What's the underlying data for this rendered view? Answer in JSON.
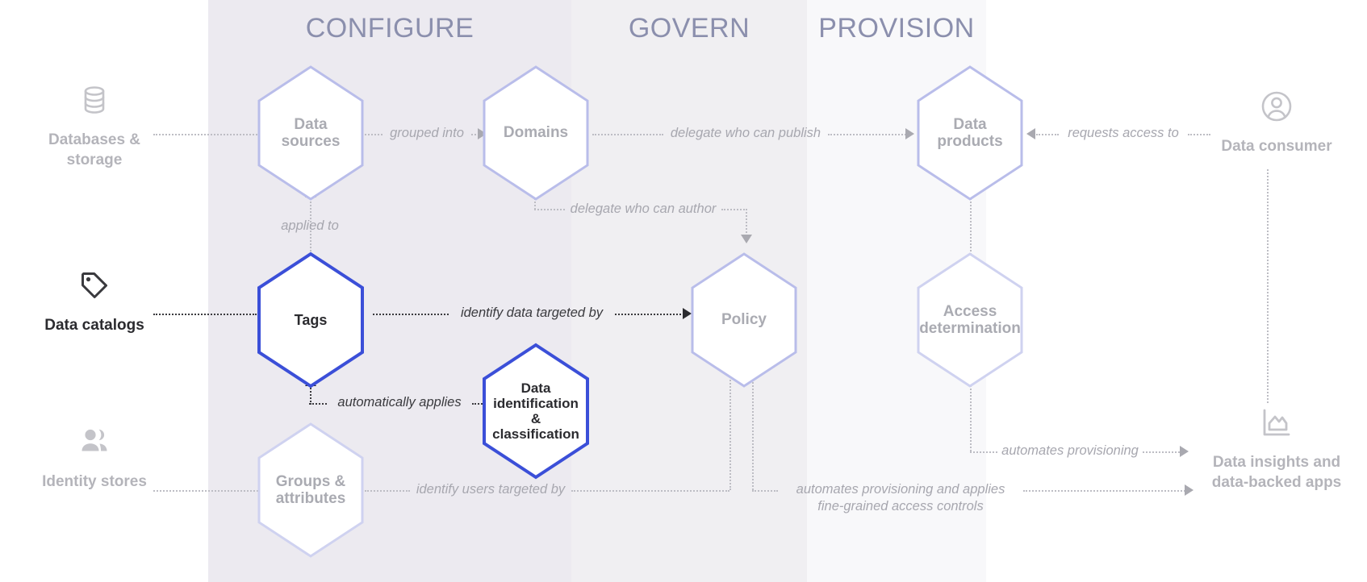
{
  "bands": [
    {
      "id": "configure",
      "title": "CONFIGURE"
    },
    {
      "id": "govern",
      "title": "GOVERN"
    },
    {
      "id": "provision",
      "title": "PROVISION"
    }
  ],
  "side_entities": {
    "left": [
      {
        "id": "databases-storage",
        "icon": "database-icon",
        "label": "Databases &\nstorage",
        "line1": "Databases &",
        "line2": "storage",
        "emphasis": "muted"
      },
      {
        "id": "data-catalogs",
        "icon": "tag-icon",
        "label": "Data catalogs",
        "line1": "Data catalogs",
        "line2": "",
        "emphasis": "dark"
      },
      {
        "id": "identity-stores",
        "icon": "people-icon",
        "label": "Identity stores",
        "line1": "Identity stores",
        "line2": "",
        "emphasis": "muted"
      }
    ],
    "right": [
      {
        "id": "data-consumer",
        "icon": "account-circle-icon",
        "label": "Data consumer",
        "line1": "Data consumer",
        "line2": "",
        "emphasis": "muted"
      },
      {
        "id": "data-insights",
        "icon": "area-chart-icon",
        "label": "Data insights and data-backed apps",
        "line1": "Data insights and",
        "line2": "data-backed apps",
        "emphasis": "muted"
      }
    ]
  },
  "nodes": [
    {
      "id": "data-sources",
      "label": "Data sources",
      "line1": "Data",
      "line2": "sources",
      "line3": "",
      "style": "light",
      "band": "configure"
    },
    {
      "id": "domains",
      "label": "Domains",
      "line1": "Domains",
      "line2": "",
      "line3": "",
      "style": "light",
      "band": "configure"
    },
    {
      "id": "data-products",
      "label": "Data products",
      "line1": "Data",
      "line2": "products",
      "line3": "",
      "style": "light",
      "band": "provision"
    },
    {
      "id": "tags",
      "label": "Tags",
      "line1": "Tags",
      "line2": "",
      "line3": "",
      "style": "strong",
      "band": "configure"
    },
    {
      "id": "policy",
      "label": "Policy",
      "line1": "Policy",
      "line2": "",
      "line3": "",
      "style": "light",
      "band": "govern"
    },
    {
      "id": "access-determination",
      "label": "Access determination",
      "line1": "Access",
      "line2": "determination",
      "line3": "",
      "style": "light",
      "band": "provision"
    },
    {
      "id": "data-identification-classification",
      "label": "Data identification & classification",
      "line1": "Data",
      "line2": "identification &",
      "line3": "classification",
      "style": "strong",
      "band": "configure"
    },
    {
      "id": "groups-attributes",
      "label": "Groups & attributes",
      "line1": "Groups &",
      "line2": "attributes",
      "line3": "",
      "style": "light",
      "band": "configure"
    }
  ],
  "edges": [
    {
      "id": "databases-to-data-sources",
      "label": "",
      "from": "databases-storage",
      "to": "data-sources",
      "emphasis": "muted"
    },
    {
      "id": "data-sources-to-domains",
      "label": "grouped into",
      "from": "data-sources",
      "to": "domains",
      "emphasis": "muted"
    },
    {
      "id": "domains-to-data-products",
      "label": "delegate who can publish",
      "from": "domains",
      "to": "data-products",
      "emphasis": "muted"
    },
    {
      "id": "data-consumer-to-data-products",
      "label": "requests access to",
      "from": "data-consumer",
      "to": "data-products",
      "emphasis": "muted"
    },
    {
      "id": "tags-to-data-sources",
      "label": "applied to",
      "from": "tags",
      "to": "data-sources",
      "emphasis": "muted"
    },
    {
      "id": "domains-to-policy",
      "label": "delegate who can author",
      "from": "domains",
      "to": "policy",
      "emphasis": "muted"
    },
    {
      "id": "catalogs-to-tags",
      "label": "",
      "from": "data-catalogs",
      "to": "tags",
      "emphasis": "dark"
    },
    {
      "id": "tags-to-policy",
      "label": "identify data targeted by",
      "from": "tags",
      "to": "policy",
      "emphasis": "dark"
    },
    {
      "id": "classification-to-tags",
      "label": "automatically applies",
      "from": "data-identification-classification",
      "to": "tags",
      "emphasis": "dark"
    },
    {
      "id": "groups-to-policy",
      "label": "identify users targeted by",
      "from": "groups-attributes",
      "to": "policy",
      "emphasis": "muted"
    },
    {
      "id": "identity-to-groups",
      "label": "",
      "from": "identity-stores",
      "to": "groups-attributes",
      "emphasis": "muted"
    },
    {
      "id": "access-to-data-insights",
      "label": "automates provisioning",
      "from": "access-determination",
      "to": "data-insights",
      "emphasis": "muted"
    },
    {
      "id": "policy-to-data-insights",
      "label": "automates provisioning and applies fine-grained access controls",
      "label_line1": "automates provisioning and applies",
      "label_line2": "fine-grained access controls",
      "from": "policy",
      "to": "data-insights",
      "emphasis": "muted"
    },
    {
      "id": "data-products-to-access",
      "label": "",
      "from": "data-products",
      "to": "access-determination",
      "emphasis": "muted"
    }
  ],
  "colors": {
    "accent_blue": "#3b4fd8",
    "hex_light_stroke": "#b9bdea",
    "band_configure": "#eceaf0",
    "band_govern": "#f0eff2",
    "band_provision": "#f8f8fa",
    "text_muted": "#a7a7af",
    "text_dark": "#2b2b2f",
    "band_title": "#8b8fad"
  }
}
